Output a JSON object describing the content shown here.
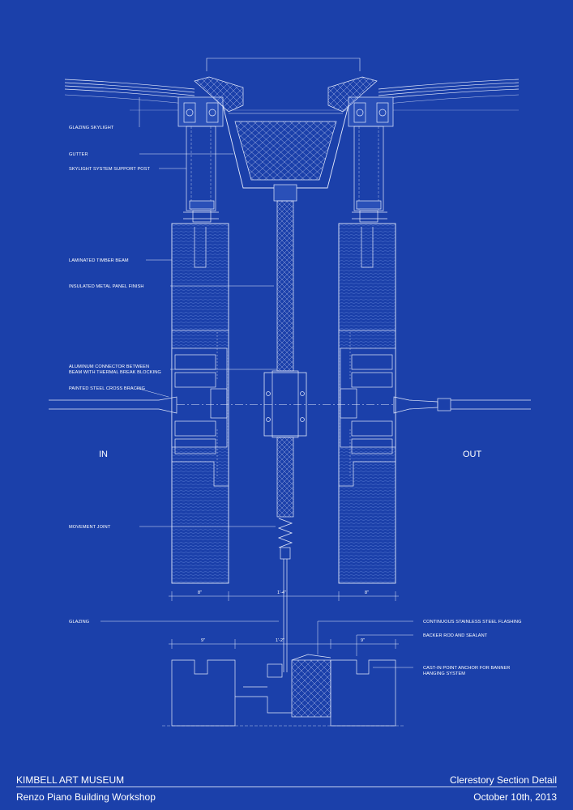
{
  "labels": {
    "glazing_skylight": "GLAZING SKYLIGHT",
    "gutter": "GUTTER",
    "support_post": "SKYLIGHT SYSTEM SUPPORT POST",
    "timber_beam": "LAMINATED TIMBER BEAM",
    "metal_panel": "INSULATED METAL PANEL FINISH",
    "connector_1": "ALUMINUM CONNECTOR BETWEEN",
    "connector_2": "BEAM WITH THERMAL BREAK BLOCKING",
    "cross_bracing": "PAINTED STEEL CROSS BRACING",
    "movement_joint": "MOVEMENT JOINT",
    "glazing": "GLAZING",
    "flashing": "CONTINUOUS STAINLESS STEEL FLASHING",
    "backer_rod": "BACKER ROD AND SEALANT",
    "anchor_1": "CAST-IN POINT ANCHOR FOR BANNER",
    "anchor_2": "HANGING SYSTEM"
  },
  "sides": {
    "inside": "IN",
    "outside": "OUT"
  },
  "dimensions": {
    "beam_left": "8\"",
    "gap": "1'-4\"",
    "beam_right": "8\"",
    "curb_left": "9\"",
    "curb_gap": "1'-2\"",
    "curb_right": "9\""
  },
  "footer": {
    "project": "KIMBELL  ART MUSEUM",
    "drawing_title": "Clerestory Section Detail",
    "architect": "Renzo Piano Building Workshop",
    "date": "October 10th, 2013"
  }
}
